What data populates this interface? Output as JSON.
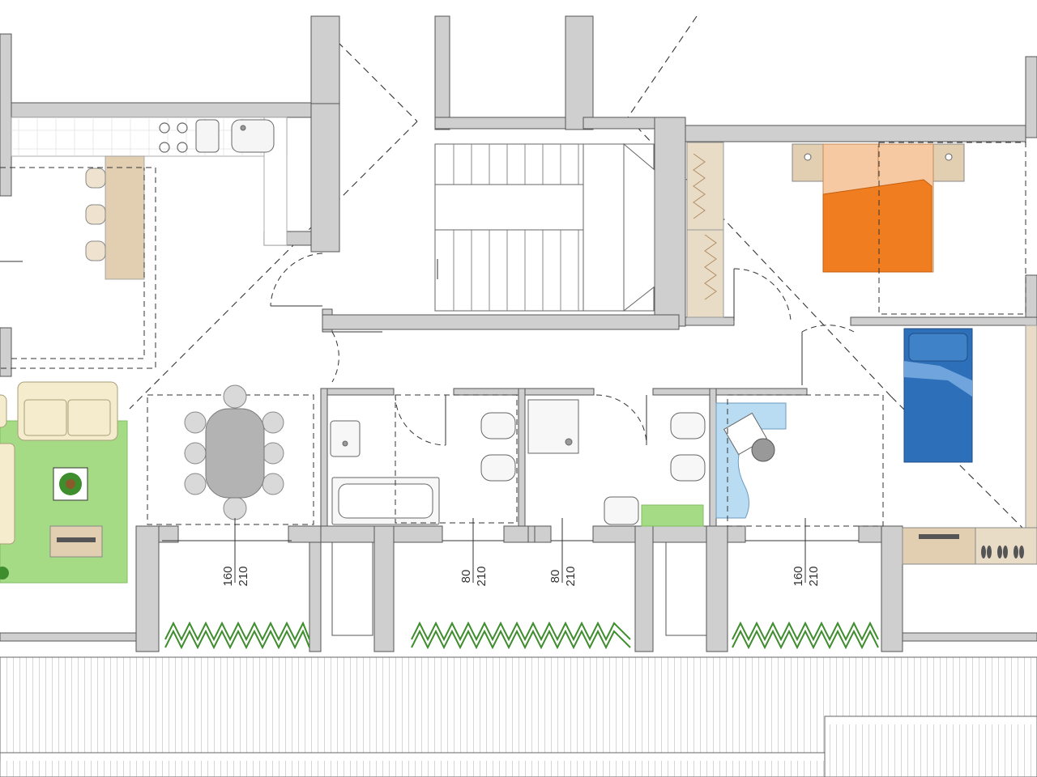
{
  "colors": {
    "wall": "#cfcfcf",
    "wall_stroke": "#555555",
    "bed_orange": "#f07d1f",
    "bed_pillow": "#f6c9a2",
    "bed_blue": "#2d6fb8",
    "rug_green": "#a6db86",
    "wood": "#e2cfb2",
    "desk_blue": "#b9dcf3",
    "plant_green": "#3e8e2e"
  },
  "openings": [
    {
      "name": "opening-living-room",
      "width": "160",
      "height": "210"
    },
    {
      "name": "opening-bathroom-1",
      "width": "80",
      "height": "210"
    },
    {
      "name": "opening-bathroom-2",
      "width": "80",
      "height": "210"
    },
    {
      "name": "opening-study",
      "width": "160",
      "height": "210"
    }
  ]
}
